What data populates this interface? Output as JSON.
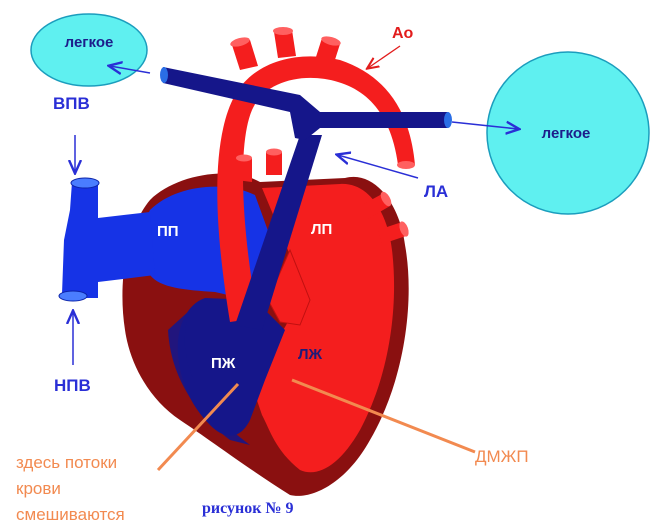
{
  "labels": {
    "lung_left": "легкое",
    "lung_right": "легкое",
    "aorta": "Ао",
    "svc": "ВПВ",
    "ivc": "НПВ",
    "pulmonary_artery": "ЛА",
    "right_atrium": "ПП",
    "left_atrium": "ЛП",
    "right_ventricle": "ПЖ",
    "left_ventricle": "ЛЖ",
    "vsd": "ДМЖП"
  },
  "note": {
    "line1": "здесь потоки",
    "line2": "крови",
    "line3": "смешиваются"
  },
  "caption": "рисунок № 9",
  "colors": {
    "arterial_red": "#f41e1e",
    "venous_blue": "#1633e6",
    "pulmonary_navy": "#15168a",
    "myocardium_dark": "#8a1010",
    "lung_cyan": "#5ff0f0",
    "annotation_orange": "#f28a50"
  }
}
